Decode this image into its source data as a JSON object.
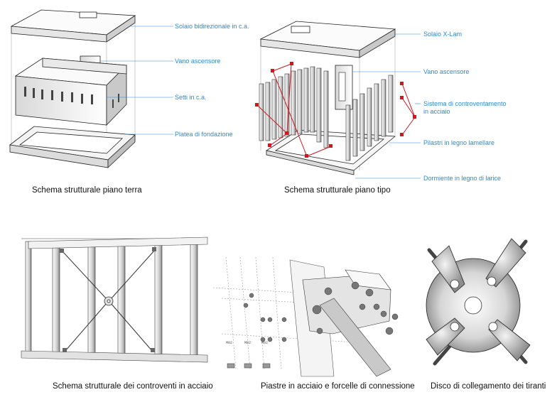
{
  "panel_ground": {
    "labels": {
      "slab": "Solaio bidirezionale in c.a.",
      "elevator": "Vano ascensore",
      "walls": "Setti in c.a.",
      "foundation": "Platea di fondazione"
    },
    "caption": "Schema strutturale piano terra"
  },
  "panel_typical": {
    "labels": {
      "slab": "Solaio X-Lam",
      "elevator": "Vano ascensore",
      "bracing_line1": "Sistema  di  controventamento",
      "bracing_line2": "in acciaio",
      "pillars": "Pilastri in legno lamellare",
      "sleeper": "Dormiente in legno di larice"
    },
    "caption": "Schema strutturale piano tipo"
  },
  "panel_bracing": {
    "caption": "Schema strutturale dei controventi in acciaio"
  },
  "panel_plates": {
    "caption": "Piastre in acciaio e forcelle di connessione",
    "tags": [
      "M02",
      "M02",
      "M02"
    ]
  },
  "panel_disc": {
    "caption": "Disco di collegamento dei tiranti"
  },
  "colors": {
    "callout": "#2a8bd0",
    "bracing": "#d0161e",
    "line": "#222222"
  }
}
